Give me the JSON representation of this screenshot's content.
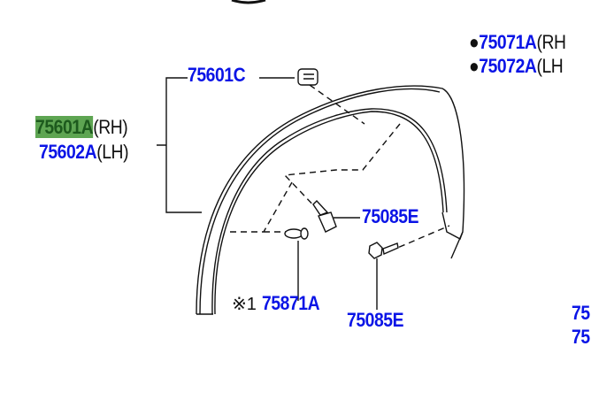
{
  "colors": {
    "part_number": "#0a14e6",
    "highlight": "#5ea552",
    "line": "#111111"
  },
  "parts": {
    "p75601C": {
      "number": "75601C"
    },
    "p75601A": {
      "number": "75601A",
      "side": "(RH)"
    },
    "p75602A": {
      "number": "75602A",
      "side": "(LH)"
    },
    "p75071A": {
      "bullet": "●",
      "number": "75071A",
      "side": "(RH"
    },
    "p75072A": {
      "bullet": "●",
      "number": "75072A",
      "side": "(LH"
    },
    "p75085E_1": {
      "number": "75085E"
    },
    "p75085E_2": {
      "number": "75085E"
    },
    "p75871A": {
      "note": "※1",
      "number": "75871A"
    },
    "partial_1": {
      "number": "75"
    },
    "partial_2": {
      "number": "75"
    }
  }
}
